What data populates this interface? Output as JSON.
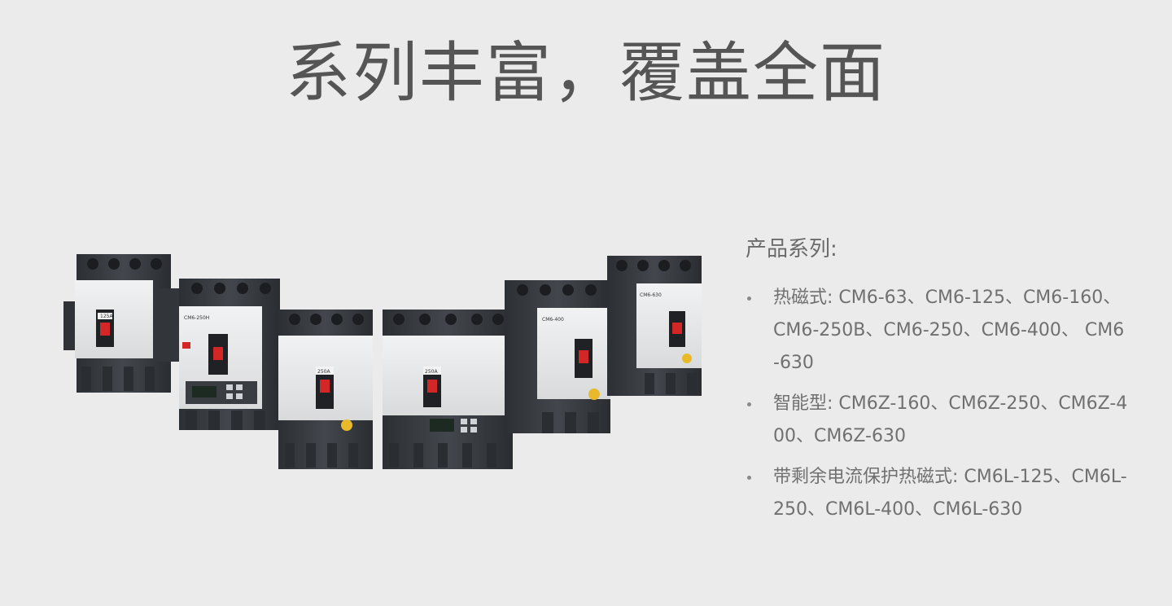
{
  "headline": "系列丰富，覆盖全面",
  "info": {
    "title": "产品系列:",
    "items": [
      "热磁式: CM6-63、CM6-125、CM6-160、CM6-250B、CM6-250、CM6-400、 CM6-630",
      "智能型: CM6Z-160、CM6Z-250、CM6Z-400、CM6Z-630",
      "带剩余电流保护热磁式: CM6L-125、CM6L-250、CM6L-400、CM6L-630"
    ]
  },
  "products": {
    "labels": [
      "125A",
      "CM6-250H",
      "250A",
      "250A",
      "CM6-400",
      "CM6-630"
    ]
  },
  "colors": {
    "background": "#ebebeb",
    "breaker_dark": "#3a3d42",
    "breaker_panel": "#e4e5e6",
    "handle_red": "#d32626",
    "text": "#707070"
  }
}
